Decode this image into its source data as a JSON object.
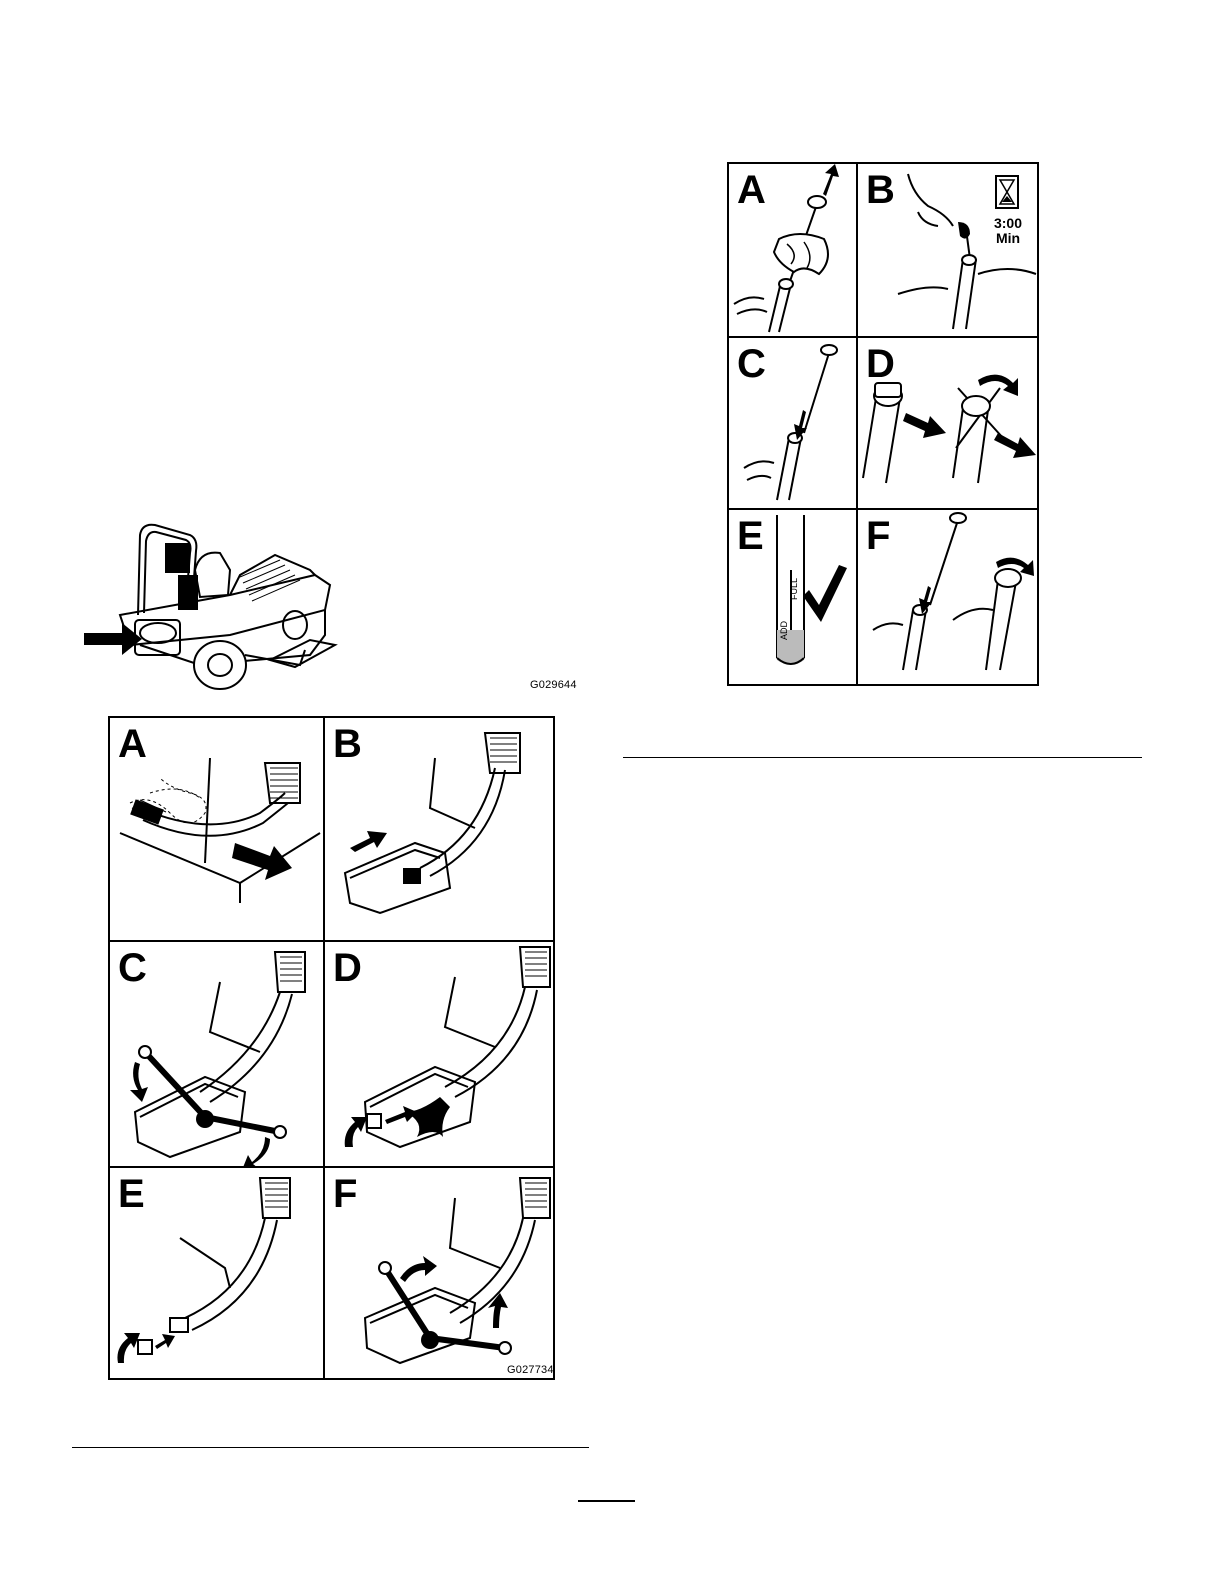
{
  "figure_mower": {
    "code": "G029644"
  },
  "figure_drain": {
    "code": "G027734",
    "panels": [
      "A",
      "B",
      "C",
      "D",
      "E",
      "F"
    ]
  },
  "figure_dipstick": {
    "panels": [
      "A",
      "B",
      "C",
      "D",
      "E",
      "F"
    ],
    "timer": {
      "time": "3:00",
      "unit": "Min"
    },
    "dipstick_marks": [
      "ADD",
      "FULL"
    ]
  },
  "icons": [
    "arrow-icon",
    "hourglass-icon",
    "check-icon",
    "wrench-icon",
    "drain-pan-icon"
  ]
}
